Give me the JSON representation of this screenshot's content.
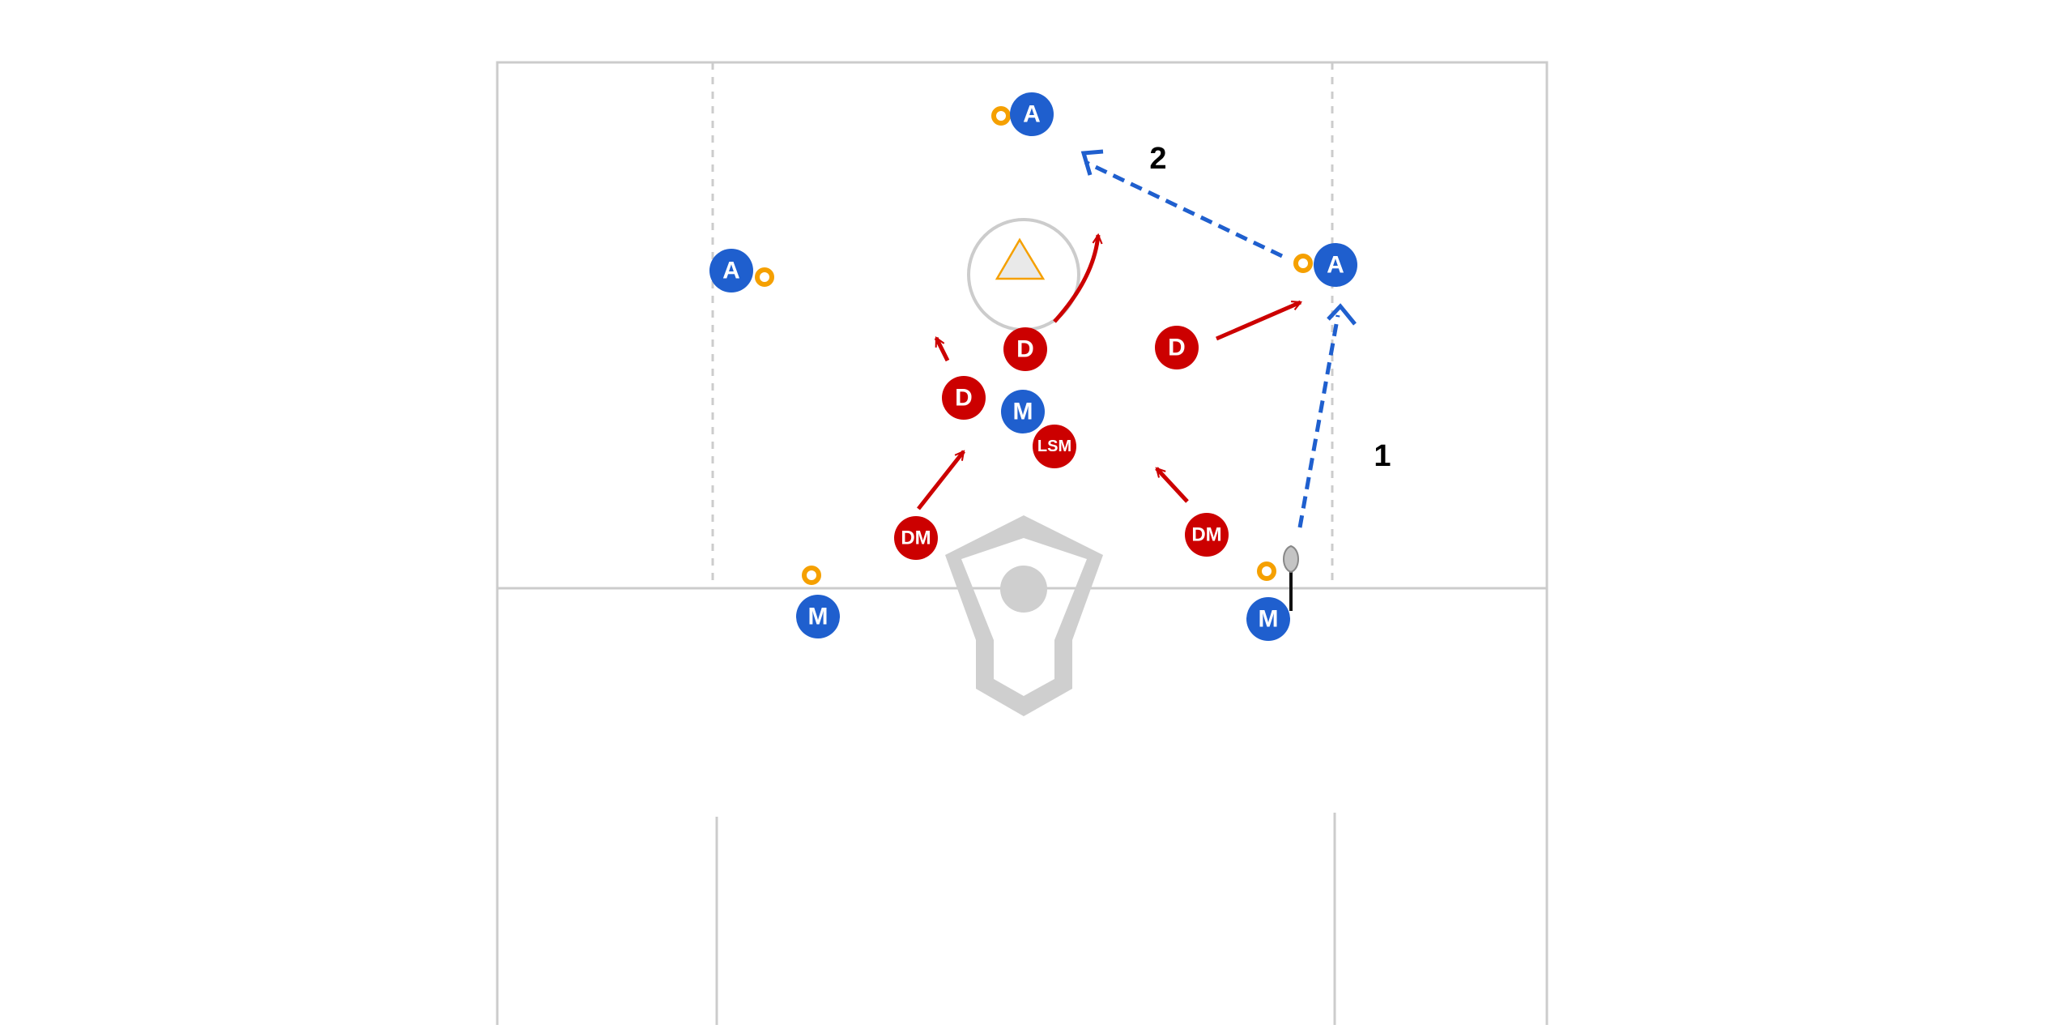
{
  "colors": {
    "offense": "#1f5fce",
    "defense": "#cc0000",
    "cone": "#f5a000",
    "field_line": "#cccccc",
    "logo": "#cfcfcf",
    "goal_marker_fill": "#e9e9e9",
    "goal_marker_stroke": "#f5a000",
    "label_text": "#000000"
  },
  "offense": [
    {
      "id": "a-top",
      "label": "A"
    },
    {
      "id": "a-left",
      "label": "A"
    },
    {
      "id": "a-right",
      "label": "A"
    },
    {
      "id": "m-center",
      "label": "M"
    },
    {
      "id": "m-bottom-left",
      "label": "M"
    },
    {
      "id": "m-bottom-right",
      "label": "M"
    }
  ],
  "defense": [
    {
      "id": "d-center",
      "label": "D"
    },
    {
      "id": "d-left",
      "label": "D"
    },
    {
      "id": "d-right",
      "label": "D"
    },
    {
      "id": "lsm",
      "label": "LSM"
    },
    {
      "id": "dm-left",
      "label": "DM"
    },
    {
      "id": "dm-right",
      "label": "DM"
    }
  ],
  "pass_labels": [
    {
      "id": "pass-1",
      "text": "1"
    },
    {
      "id": "pass-2",
      "text": "2"
    }
  ],
  "icons": {
    "goal": "goal-triangle-icon",
    "ball_carrier_stick": "lacrosse-stick-icon",
    "cone": "cone-icon",
    "logo": "watermark-logo-icon"
  }
}
